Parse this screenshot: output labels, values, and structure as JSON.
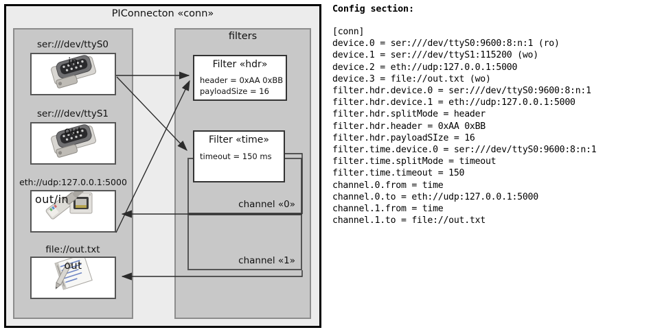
{
  "component": {
    "title": "PIConnecton «conn»",
    "devices_panel": {
      "groups": [
        {
          "label": "ser:///dev/ttyS0",
          "io": "in",
          "icon": "serial-db9-icon"
        },
        {
          "label": "ser:///dev/ttyS1",
          "io": "out",
          "icon": "serial-db9-icon"
        },
        {
          "label": "eth://udp:127.0.0.1:5000",
          "io": "out/in",
          "icon": "ethernet-rj45-icon"
        },
        {
          "label": "file://out.txt",
          "io": "out",
          "icon": "text-file-pencil-icon"
        }
      ]
    },
    "filters_panel": {
      "title": "filters",
      "filters": [
        {
          "title": "Filter «hdr»",
          "props": [
            "header = 0xAA 0xBB",
            "payloadSize = 16"
          ]
        },
        {
          "title": "Filter «time»",
          "props": [
            "timeout = 150 ms"
          ]
        }
      ],
      "channels": [
        {
          "label": "channel «0»"
        },
        {
          "label": "channel «1»"
        }
      ]
    }
  },
  "config": {
    "heading": "Config section:",
    "text": "[conn]\ndevice.0 = ser:///dev/ttyS0:9600:8:n:1 (ro)\ndevice.1 = ser:///dev/ttyS1:115200 (wo)\ndevice.2 = eth://udp:127.0.0.1:5000\ndevice.3 = file://out.txt (wo)\nfilter.hdr.device.0 = ser:///dev/ttyS0:9600:8:n:1\nfilter.hdr.device.1 = eth://udp:127.0.0.1:5000\nfilter.hdr.splitMode = header\nfilter.hdr.header = 0xAA 0xBB\nfilter.hdr.payloadSIze = 16\nfilter.time.device.0 = ser:///dev/ttyS0:9600:8:n:1\nfilter.time.splitMode = timeout\nfilter.time.timeout = 150\nchannel.0.from = time\nchannel.0.to = eth://udp:127.0.0.1:5000\nchannel.1.from = time\nchannel.1.to = file://out.txt"
  },
  "colors": {
    "outer_background": "#ececec",
    "panel_background": "#c8c8c8",
    "box_background": "#ffffff",
    "line": "#333333"
  }
}
